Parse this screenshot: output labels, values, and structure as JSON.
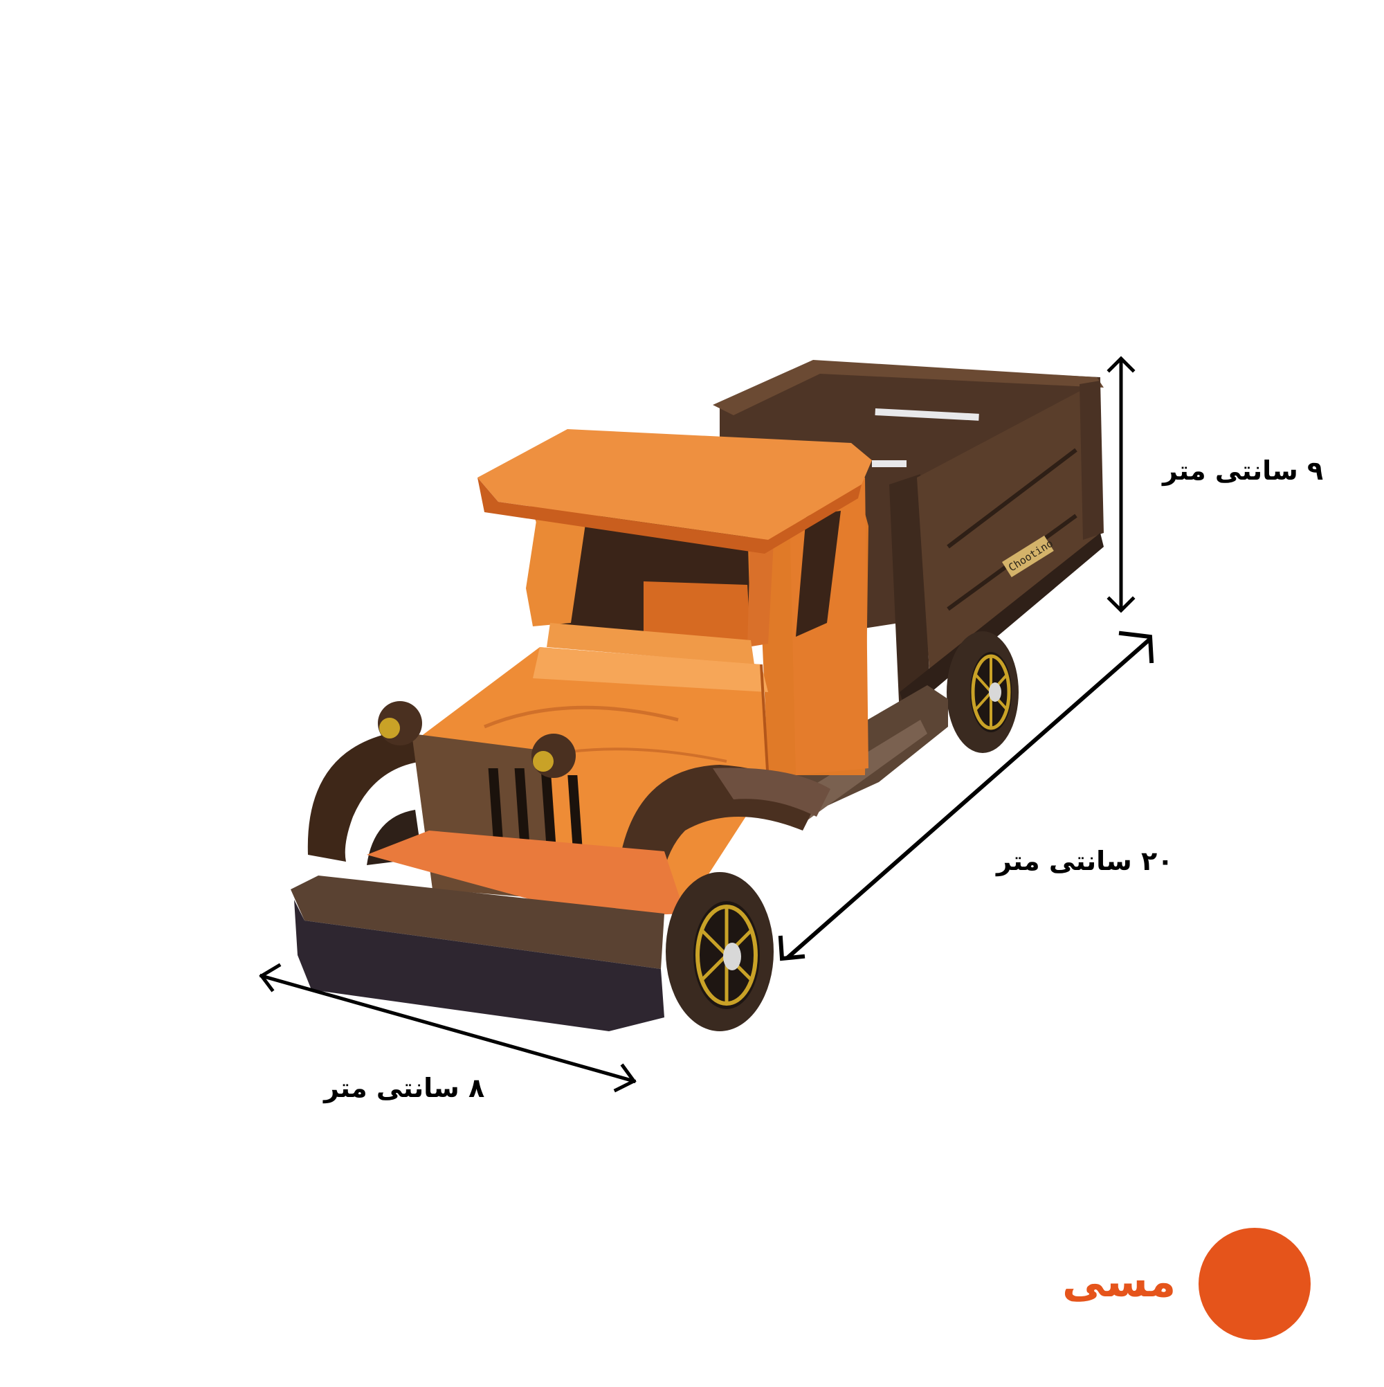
{
  "product": {
    "name": "wooden toy truck",
    "brand_tag": "Chootino"
  },
  "dimensions": {
    "height": {
      "label": "۹ سانتی متر",
      "value_cm": 9
    },
    "length": {
      "label": "۲۰ سانتی متر",
      "value_cm": 20
    },
    "width": {
      "label": "۸ سانتی متر",
      "value_cm": 8
    }
  },
  "color_option": {
    "label": "مسی",
    "swatch_hex": "#E5541B",
    "label_hex": "#E5541B"
  },
  "palette": {
    "cab_orange": "#E9842F",
    "cab_orange_dark": "#C9601E",
    "bed_brown": "#5A3E2B",
    "bed_brown_dark": "#3E2A1E",
    "fender_brown": "#4A3020",
    "bumper_dark": "#2E2630",
    "wheel_dark": "#3A2A20",
    "hub_gold": "#C9A227",
    "tag_gold": "#D4B36A",
    "arrow": "#000000"
  }
}
